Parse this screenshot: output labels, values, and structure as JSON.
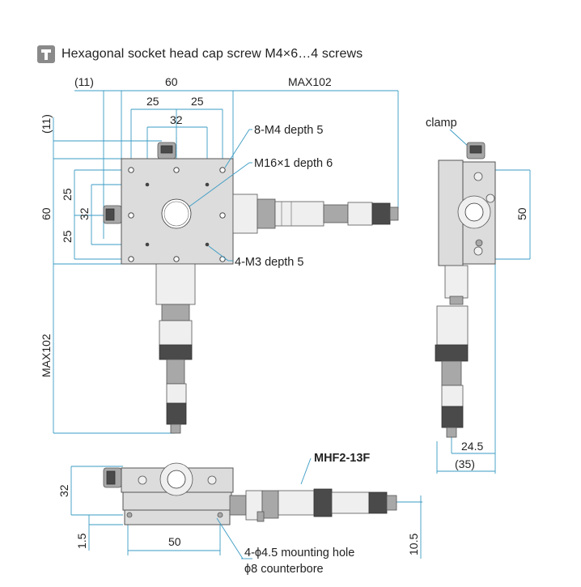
{
  "header": {
    "icon": "t-bracket-icon",
    "text": "Hexagonal socket head cap screw M4×6…4 screws"
  },
  "top_view": {
    "dims": {
      "left_offset": "(11)",
      "width": "60",
      "max_travel": "MAX102",
      "inner_25_left": "25",
      "inner_25_right": "25",
      "inner_32": "32",
      "top_offset": "(11)",
      "left_25_top": "25",
      "left_32": "32",
      "left_25_bottom": "25",
      "height": "60",
      "max_travel_vertical": "MAX102"
    },
    "callouts": {
      "m4": "8-M4 depth 5",
      "m16": "M16×1 depth 6",
      "m3": "4-M3 depth 5"
    }
  },
  "side_view": {
    "callouts": {
      "clamp": "clamp"
    },
    "dims": {
      "height_50": "50",
      "depth_24_5": "24.5",
      "depth_35": "(35)"
    }
  },
  "front_view": {
    "callouts": {
      "model": "MHF2-13F",
      "mount_hole": "4-ϕ4.5 mounting hole",
      "counterbore": "ϕ8 counterbore"
    },
    "dims": {
      "height_32": "32",
      "base_1_5": "1.5",
      "pitch_50": "50",
      "axis_10_5": "10.5"
    }
  }
}
